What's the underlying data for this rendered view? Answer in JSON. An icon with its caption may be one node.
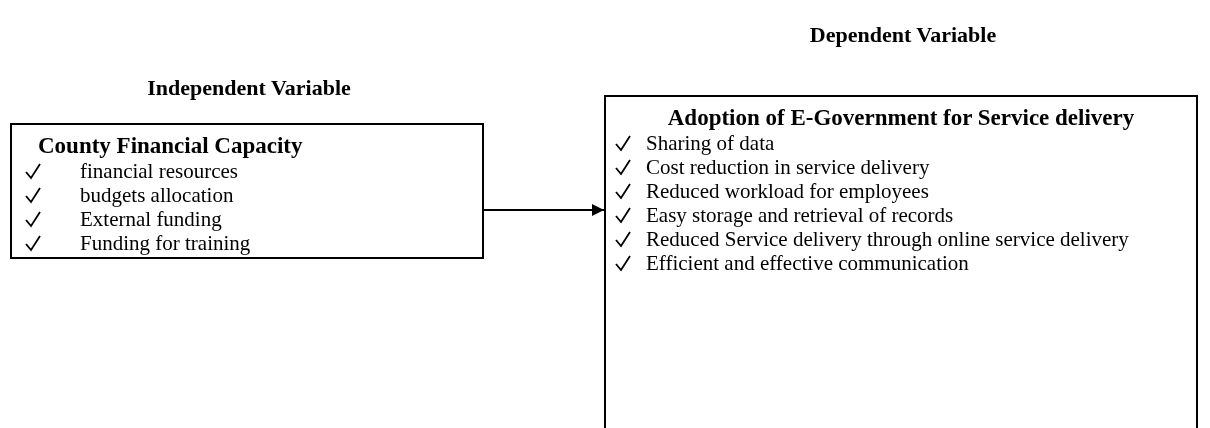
{
  "diagram": {
    "nodes": [
      {
        "text": [
          "Independent Variable",
          "County Financial Capacity",
          "financial resources",
          "budgets allocation",
          "External funding",
          "Funding for training"
        ]
      },
      {
        "text": [
          "Dependent Variable",
          "Adoption of E-Government for Service delivery",
          "Sharing of data",
          "Cost reduction in service delivery",
          "Reduced workload for employees",
          "Easy storage and retrieval of records",
          "Reduced Service delivery through online service delivery",
          "Efficient and effective communication"
        ]
      }
    ],
    "edges": [
      {
        "from": 0,
        "to": 1,
        "arrow": "to"
      }
    ]
  }
}
